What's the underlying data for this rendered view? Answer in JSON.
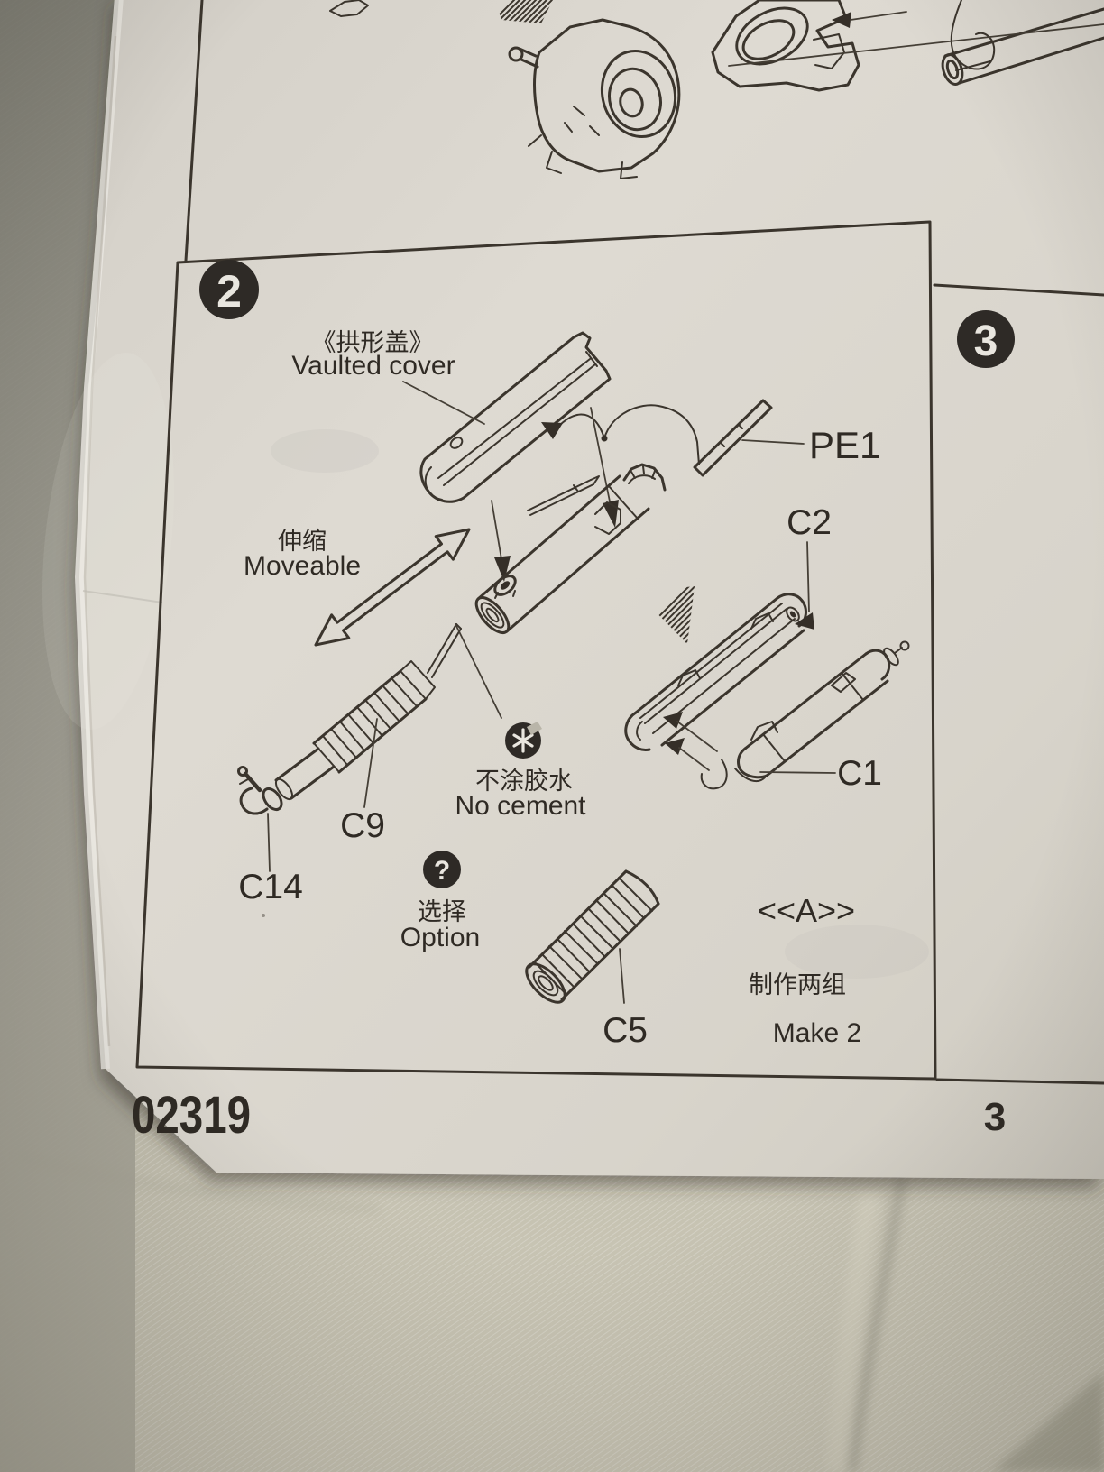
{
  "document": {
    "kit_number": "02319",
    "page_number": "3"
  },
  "steps": {
    "step2_badge": "2",
    "step3_badge": "3"
  },
  "labels": {
    "vaulted_cover_cn": "《拱形盖》",
    "vaulted_cover_en": "Vaulted cover",
    "moveable_cn": "伸缩",
    "moveable_en": "Moveable",
    "no_cement_cn": "不涂胶水",
    "no_cement_en": "No cement",
    "option_cn": "选择",
    "option_en": "Option",
    "option_mark": "?",
    "assembly_ref": "<<A>>",
    "make_qty_cn": "制作两组",
    "make_qty_en": "Make 2"
  },
  "parts": {
    "pe1": "PE1",
    "c1": "C1",
    "c2": "C2",
    "c5": "C5",
    "c9": "C9",
    "c14": "C14"
  },
  "icons": {
    "no_cement_icon": "asterisk-in-black-circle",
    "option_icon": "question-mark-in-black-circle",
    "step_badge_icon": "numbered-black-circle",
    "moveable_icon": "double-headed-arrow"
  },
  "colors": {
    "ink": "#3b352d",
    "text": "#2f2a24",
    "badge": "#2e2a26",
    "paper_light": "#e7e4dd",
    "paper_dark": "#ccc8bf",
    "fabric": "#c6c2b1",
    "fabric_dark": "#85847a"
  }
}
